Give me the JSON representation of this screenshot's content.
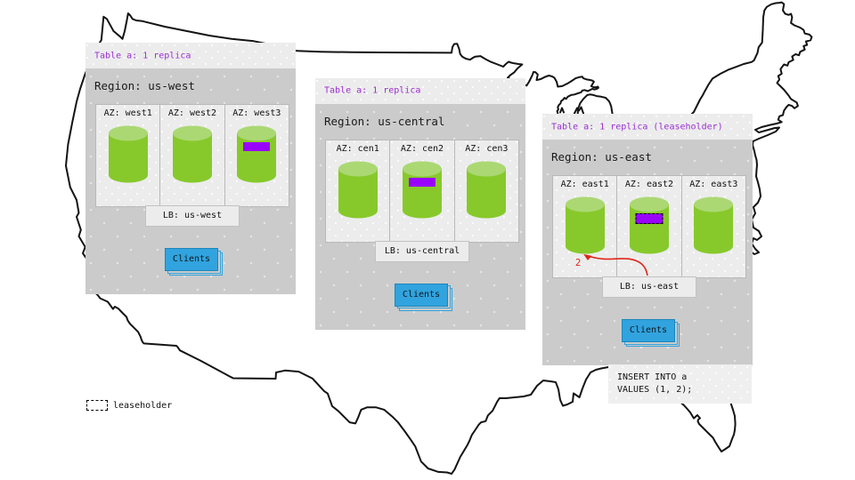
{
  "diagram": {
    "description": "Multi-region database replication diagram over a US map outline",
    "regions": [
      {
        "header": "Table a: 1 replica",
        "title": "Region: us-west",
        "azs": [
          "AZ: west1",
          "AZ: west2",
          "AZ: west3"
        ],
        "replica": {
          "az_index": 2,
          "leaseholder": false
        },
        "lb_label": "LB: us-west",
        "clients_label": "Clients"
      },
      {
        "header": "Table a: 1 replica",
        "title": "Region: us-central",
        "azs": [
          "AZ: cen1",
          "AZ: cen2",
          "AZ: cen3"
        ],
        "replica": {
          "az_index": 1,
          "leaseholder": false
        },
        "lb_label": "LB: us-central",
        "clients_label": "Clients"
      },
      {
        "header": "Table a: 1 replica (leaseholder)",
        "title": "Region: us-east",
        "azs": [
          "AZ: east1",
          "AZ: east2",
          "AZ: east3"
        ],
        "replica": {
          "az_index": 1,
          "leaseholder": true
        },
        "lb_label": "LB: us-east",
        "clients_label": "Clients"
      }
    ],
    "arrow_label": "2",
    "sql_note": {
      "line1": "INSERT INTO a",
      "line2": "VALUES (1, 2);"
    },
    "legend": {
      "label": "leaseholder"
    },
    "colors": {
      "cylinder_body": "#87c92b",
      "cylinder_top": "#abd873",
      "replica_fill": "#9903fc",
      "header_text": "#9b2fd1",
      "clients_blue": "#31a3de",
      "arrow_red": "#e02619",
      "box_light": "#ececec",
      "box_gray": "#cbcbcb",
      "map_stroke": "#141414"
    }
  }
}
